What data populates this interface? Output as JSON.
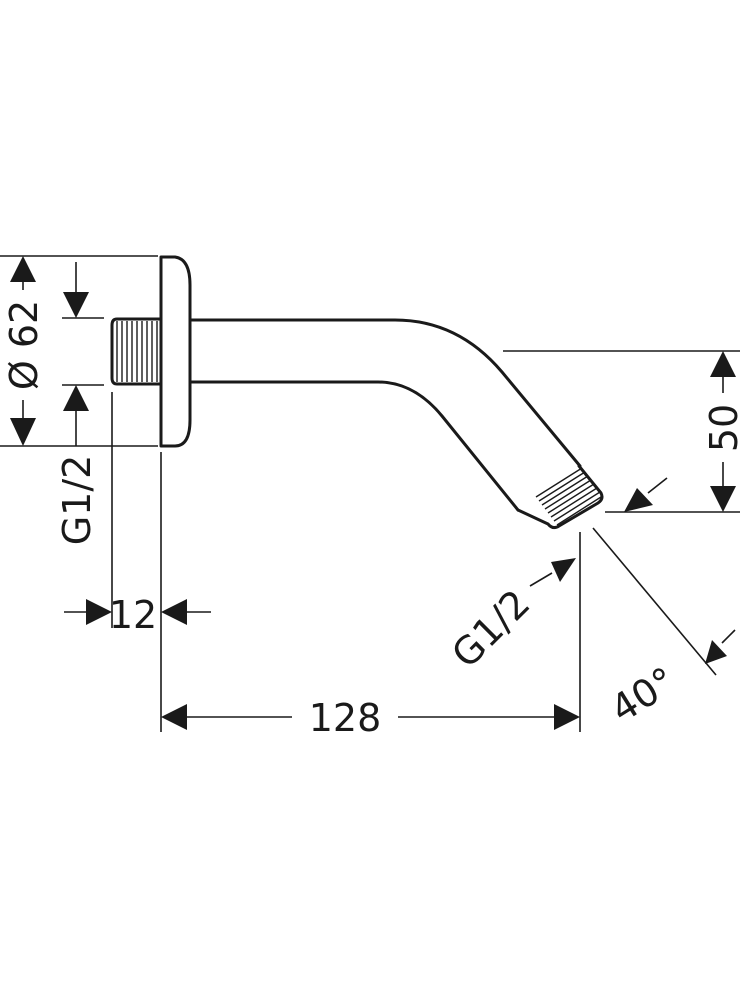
{
  "dimensions": {
    "diameter": "Ø 62",
    "thread_left": "G1/2",
    "thread_length": "12",
    "projection": "128",
    "drop": "50",
    "thread_outlet": "G1/2",
    "angle": "40°"
  }
}
